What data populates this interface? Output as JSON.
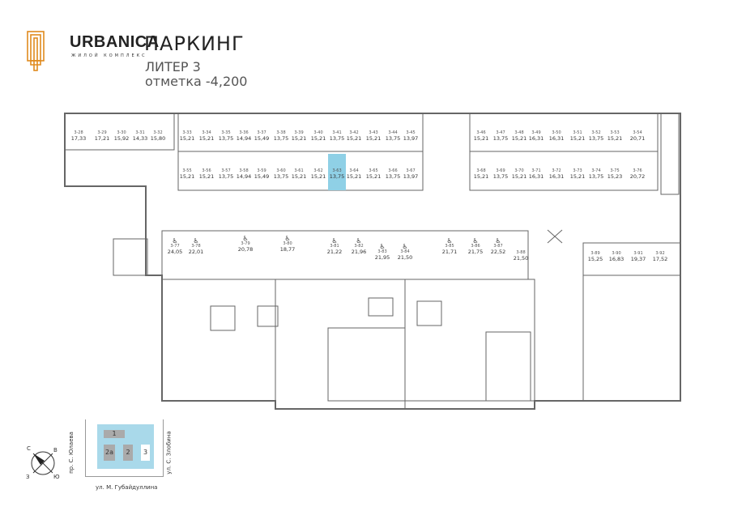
{
  "brand": {
    "name": "URBANICA",
    "subtitle": "ЖИЛОЙ КОМПЛЕКС",
    "accent": "#e08a1e"
  },
  "header": {
    "title": "ПАРКИНГ",
    "liter": "ЛИТЕР 3",
    "level": "отметка -4,200"
  },
  "highlight_color": "#8fd0e6",
  "spots": [
    {
      "id": "3-28",
      "area": "17,33"
    },
    {
      "id": "3-29",
      "area": "17,21"
    },
    {
      "id": "3-30",
      "area": "15,92"
    },
    {
      "id": "3-31",
      "area": "14,33"
    },
    {
      "id": "3-32",
      "area": "15,80"
    },
    {
      "id": "3-33",
      "area": "15,21"
    },
    {
      "id": "3-34",
      "area": "15,21"
    },
    {
      "id": "3-35",
      "area": "13,75"
    },
    {
      "id": "3-36",
      "area": "14,94"
    },
    {
      "id": "3-37",
      "area": "15,49"
    },
    {
      "id": "3-38",
      "area": "13,75"
    },
    {
      "id": "3-39",
      "area": "15,21"
    },
    {
      "id": "3-40",
      "area": "15,21"
    },
    {
      "id": "3-41",
      "area": "13,75"
    },
    {
      "id": "3-42",
      "area": "15,21"
    },
    {
      "id": "3-43",
      "area": "15,21"
    },
    {
      "id": "3-44",
      "area": "13,75"
    },
    {
      "id": "3-45",
      "area": "13,97"
    },
    {
      "id": "3-55",
      "area": "15,21"
    },
    {
      "id": "3-56",
      "area": "15,21"
    },
    {
      "id": "3-57",
      "area": "13,75"
    },
    {
      "id": "3-58",
      "area": "14,94"
    },
    {
      "id": "3-59",
      "area": "15,49"
    },
    {
      "id": "3-60",
      "area": "13,75"
    },
    {
      "id": "3-61",
      "area": "15,21"
    },
    {
      "id": "3-62",
      "area": "15,21"
    },
    {
      "id": "3-63",
      "area": "13,75",
      "highlighted": true
    },
    {
      "id": "3-64",
      "area": "15,21"
    },
    {
      "id": "3-65",
      "area": "15,21"
    },
    {
      "id": "3-66",
      "area": "13,75"
    },
    {
      "id": "3-67",
      "area": "13,97"
    },
    {
      "id": "3-46",
      "area": "15,21"
    },
    {
      "id": "3-47",
      "area": "13,75"
    },
    {
      "id": "3-48",
      "area": "15,21"
    },
    {
      "id": "3-49",
      "area": "16,31"
    },
    {
      "id": "3-50",
      "area": "16,31"
    },
    {
      "id": "3-51",
      "area": "15,21"
    },
    {
      "id": "3-52",
      "area": "13,75"
    },
    {
      "id": "3-53",
      "area": "15,21"
    },
    {
      "id": "3-54",
      "area": "20,71"
    },
    {
      "id": "3-68",
      "area": "15,21"
    },
    {
      "id": "3-69",
      "area": "13,75"
    },
    {
      "id": "3-70",
      "area": "15,21"
    },
    {
      "id": "3-71",
      "area": "16,31"
    },
    {
      "id": "3-72",
      "area": "16,31"
    },
    {
      "id": "3-73",
      "area": "15,21"
    },
    {
      "id": "3-74",
      "area": "13,75"
    },
    {
      "id": "3-75",
      "area": "15,23"
    },
    {
      "id": "3-76",
      "area": "20,72"
    },
    {
      "id": "3-77",
      "area": "24,05",
      "accessible": true
    },
    {
      "id": "3-78",
      "area": "22,01",
      "accessible": true
    },
    {
      "id": "3-79",
      "area": "20,78",
      "accessible": true
    },
    {
      "id": "3-80",
      "area": "18,77",
      "accessible": true
    },
    {
      "id": "3-81",
      "area": "21,22",
      "accessible": true
    },
    {
      "id": "3-82",
      "area": "21,96",
      "accessible": true
    },
    {
      "id": "3-83",
      "area": "21,95",
      "accessible": true
    },
    {
      "id": "3-84",
      "area": "21,50",
      "accessible": true
    },
    {
      "id": "3-85",
      "area": "21,71",
      "accessible": true
    },
    {
      "id": "3-86",
      "area": "21,75",
      "accessible": true
    },
    {
      "id": "3-87",
      "area": "22,52",
      "accessible": true
    },
    {
      "id": "3-88",
      "area": "21,50"
    },
    {
      "id": "3-89",
      "area": "15,25"
    },
    {
      "id": "3-90",
      "area": "16,83"
    },
    {
      "id": "3-91",
      "area": "19,37"
    },
    {
      "id": "3-92",
      "area": "17,52"
    }
  ],
  "accessible_symbol": "♿",
  "site_plan": {
    "streets": {
      "west": "пр. С. Юлаева",
      "east": "ул. С. Злобина",
      "south": "ул. М. Губайдуллина"
    },
    "buildings": [
      "1",
      "2а",
      "2",
      "3"
    ],
    "compass": {
      "n": "С",
      "e": "В",
      "w": "З",
      "s": "Ю"
    }
  }
}
